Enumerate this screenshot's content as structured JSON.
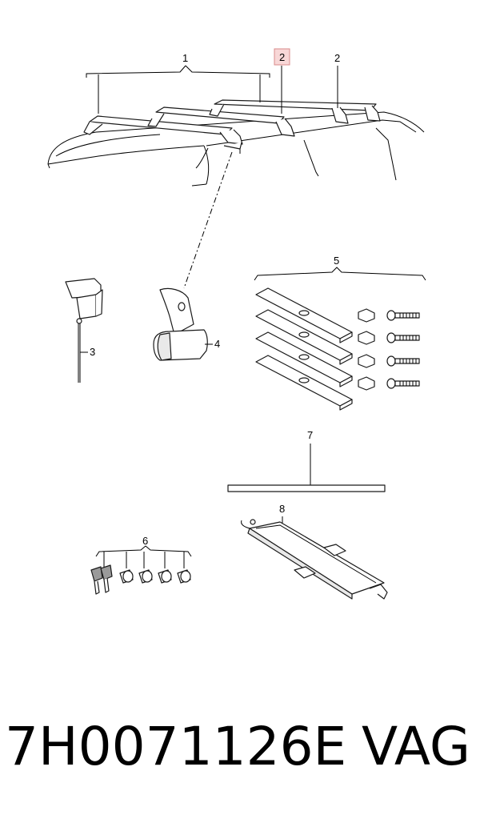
{
  "callouts": {
    "c1": "1",
    "c2_highlight": "2",
    "c2": "2",
    "c3": "3",
    "c4": "4",
    "c5": "5",
    "c6": "6",
    "c7": "7",
    "c8": "8"
  },
  "colors": {
    "highlight_fill": "#f8d7d7",
    "highlight_border": "#d98b8b"
  },
  "footer": {
    "part_number": "7H0071126E",
    "brand": "VAG"
  }
}
